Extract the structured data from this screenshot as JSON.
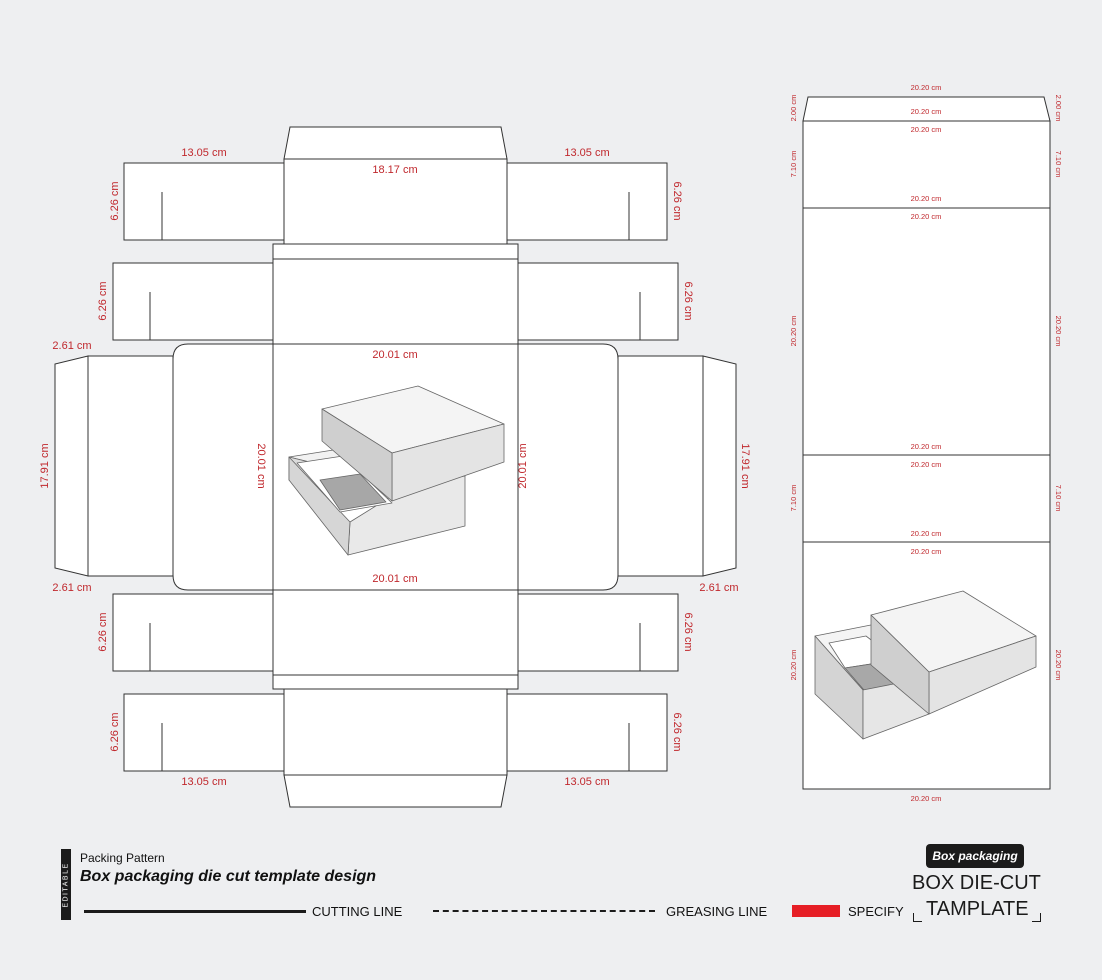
{
  "dims": {
    "top_flap_width": "13.05  cm",
    "top_center_width": "18.17  cm",
    "side_height": "6.26  cm",
    "panel_width": "20.01  cm",
    "panel_height": "20.01  cm",
    "end_flap_height": "17.91  cm",
    "end_flap_width": "2.61  cm"
  },
  "sleeve": {
    "width": "20.20  cm",
    "tab": "2.00  cm",
    "side": "7.10  cm",
    "panel": "20.20  cm"
  },
  "footer": {
    "editable": "EDITABLE",
    "subtitle": "Packing Pattern",
    "title": "Box packaging die cut template design",
    "cutting_line": "CUTTING LINE",
    "greasing_line": "GREASING LINE",
    "specify": "SPECIFY",
    "badge": "Box packaging",
    "big_line1": "BOX DIE-CUT",
    "big_line2": "TAMPLATE"
  },
  "colors": {
    "dimension_text": "#c0282d",
    "specify_swatch": "#e61e25",
    "background": "#eeeff1"
  }
}
